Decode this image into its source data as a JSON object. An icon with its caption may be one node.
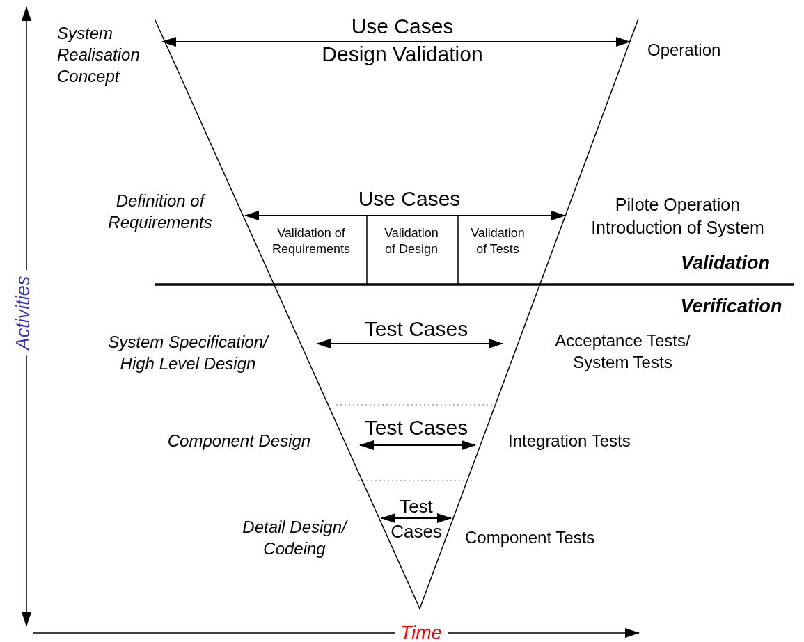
{
  "diagram": {
    "nodes": [
      {
        "text": [
          "System Realisation Concept"
        ]
      },
      {
        "text": [
          "Operation"
        ]
      },
      {
        "text": [
          "Definition of Requirements"
        ]
      },
      {
        "text": [
          "Pilote Operation Introduction of System"
        ]
      },
      {
        "text": [
          "System Specification/ High Level Design"
        ]
      },
      {
        "text": [
          "Acceptance Tests/ System Tests"
        ]
      },
      {
        "text": [
          "Component Design"
        ]
      },
      {
        "text": [
          "Integration Tests"
        ]
      },
      {
        "text": [
          "Detail Design/ Codeing"
        ]
      },
      {
        "text": [
          "Component Tests"
        ]
      }
    ],
    "edges": [
      {
        "from": 0,
        "to": 1,
        "arrow": "both",
        "label": "Use Cases Design Validation"
      },
      {
        "from": 2,
        "to": 3,
        "arrow": "both",
        "label": "Use Cases"
      },
      {
        "from": 4,
        "to": 5,
        "arrow": "both",
        "label": "Test Cases"
      },
      {
        "from": 6,
        "to": 7,
        "arrow": "both",
        "label": "Test Cases"
      },
      {
        "from": 8,
        "to": 9,
        "arrow": "both",
        "label": "Test Cases"
      }
    ],
    "labels": [
      "Validation of Requirements",
      "Validation of Design",
      "Validation of Tests",
      "Validation",
      "Verification",
      "Activities",
      "Time"
    ]
  }
}
